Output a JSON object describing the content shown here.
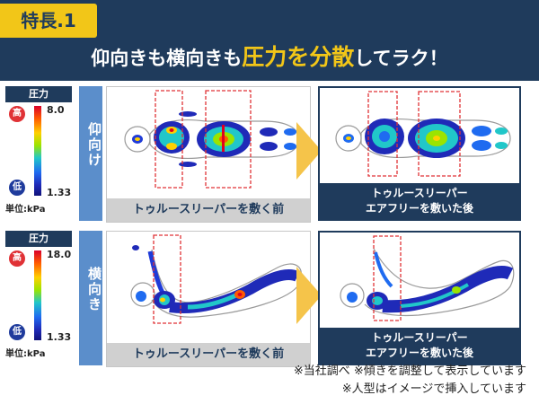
{
  "header": {
    "badge": "特長.1",
    "headline_pre": "仰向きも横向きも",
    "headline_highlight": "圧力を分散",
    "headline_post": "してラク！"
  },
  "colors": {
    "navy": "#1f3b5c",
    "yellow": "#f2c618",
    "side_blue": "#5b8ecb",
    "arrow": "#f5c44a",
    "dashed_red": "#e03236"
  },
  "sections": [
    {
      "label": "仰向け",
      "legend": {
        "title": "圧力",
        "high": "高",
        "low": "低",
        "max": "8.0",
        "min": "1.33",
        "unit": "単位:kPa"
      },
      "before_caption": "トゥルースリーパーを敷く前",
      "after_caption_1": "トゥルースリーパー",
      "after_caption_2": "エアフリーを敷いた後"
    },
    {
      "label": "横向き",
      "legend": {
        "title": "圧力",
        "high": "高",
        "low": "低",
        "max": "18.0",
        "min": "1.33",
        "unit": "単位:kPa"
      },
      "before_caption": "トゥルースリーパーを敷く前",
      "after_caption_1": "トゥルースリーパー",
      "after_caption_2": "エアフリーを敷いた後"
    }
  ],
  "notes": {
    "line1": "※当社調べ ※傾きを調整して表示しています",
    "line2": "※人型はイメージで挿入しています"
  }
}
